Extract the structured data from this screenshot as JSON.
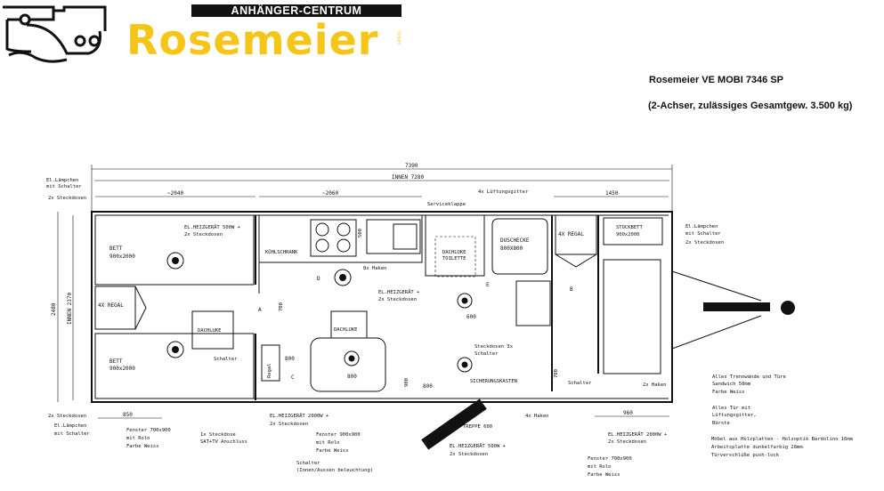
{
  "logo": {
    "banner": "ANHÄNGER-CENTRUM",
    "brand": "Rosemeier",
    "suffix": "GmbH"
  },
  "header": {
    "title": "Rosemeier VE MOBI 7346 SP",
    "subtitle": "(2-Achser, zulässiges Gesamtgew. 3.500 kg)"
  },
  "dims": {
    "total": "7390",
    "inner": "INNEN 7280",
    "left_bed": "~2040",
    "kitchen": "~2060",
    "front": "1450",
    "width": "2480",
    "inner_width": "INNEN 2370",
    "d850": "850",
    "d800a": "800",
    "d800b": "800",
    "d600": "600",
    "d800c": "800",
    "d960": "960",
    "d700": "700",
    "d900": "900",
    "d500": "500",
    "d700b": "700"
  },
  "rooms": {
    "bed_top": [
      "BETT",
      "900x2000"
    ],
    "bed_bottom": [
      "BETT",
      "900x2000"
    ],
    "regal_left": "4X REGAL",
    "regal_right": "4X REGAL",
    "stockbett": [
      "STOCKBETT",
      "900x2000"
    ],
    "kuehlschrank": "KÜHLSCHRANK",
    "toilet": [
      "DACHLUKE",
      "TOILETTE"
    ],
    "shower": [
      "DUSCHECKE",
      "800X800"
    ],
    "dachluke_1": "DACHLUKE",
    "dachluke_2": "DACHLUKE",
    "sicherungskasten": "SICHERUNGSKASTEN",
    "treppe": "TREPPE 600",
    "regal_small": "Regal",
    "marks": [
      "A",
      "B",
      "C",
      "D",
      "E"
    ]
  },
  "labels": {
    "lampe_tl": [
      "El.Lämpchen",
      "mit Schalter"
    ],
    "steck_tl": "2x Steckdosen",
    "heiz_500_top": [
      "EL.HEIZGERÄT 500W +",
      "2x Steckdosen"
    ],
    "servicekl": "Serviceklappe",
    "lueft": "4x Lüftungsgitter",
    "lampe_tr": [
      "El.Lämpchen",
      "mit Schalter",
      "2x Steckdosen"
    ],
    "haken8": "8x Haken",
    "heiz_mid": [
      "EL.HEIZGERÄT +",
      "2x Steckdosen"
    ],
    "steck_sch": [
      "Steckdosen 3x",
      "Schalter"
    ],
    "schalter_l": "Schalter",
    "schalter_r": "Schalter",
    "haken2": "2x Haken",
    "steck_bl": "2x Steckdosen",
    "lampe_bl": [
      "El.Lämpchen",
      "mit Schalter"
    ],
    "fenster_1": [
      "Fenster 700x900",
      "mit Rolo",
      "Farbe Weiss"
    ],
    "sat": [
      "1x Steckdose",
      "SAT+TV Anschluss"
    ],
    "heiz_2000_l": [
      "EL.HEIZGERÄT 2000W +",
      "2x Steckdosen"
    ],
    "fenster_2": [
      "Fenster 900x900",
      "mit Rolo",
      "Farbe Weiss"
    ],
    "schalter_b": [
      "Schalter",
      "(Innen/Aussen beleuchtung)"
    ],
    "haken4": "4x Haken",
    "heiz_500_b": [
      "EL.HEIZGERÄT 500W +",
      "2x Steckdosen"
    ],
    "heiz_2000_r": [
      "EL.HEIZGERÄT 2000W +",
      "2x Steckdosen"
    ],
    "fenster_3": [
      "Fenster 700x900",
      "mit Rolo",
      "Farbe Weiss"
    ]
  },
  "notes": [
    "Alles Trennwände und Türe",
    "Sandwich 50mm",
    "Farbe Weiss",
    "Alles Tür mit",
    "Lüftungsgitter,",
    "Bürste",
    "Möbel aus Holzplatten - Holzoptik Bardolino 16mm",
    "Arbeitsplatte dunkelfarbig 28mm",
    "Türverschlüße push-lock"
  ],
  "colors": {
    "brand": "#f5c518",
    "line": "#111111"
  }
}
